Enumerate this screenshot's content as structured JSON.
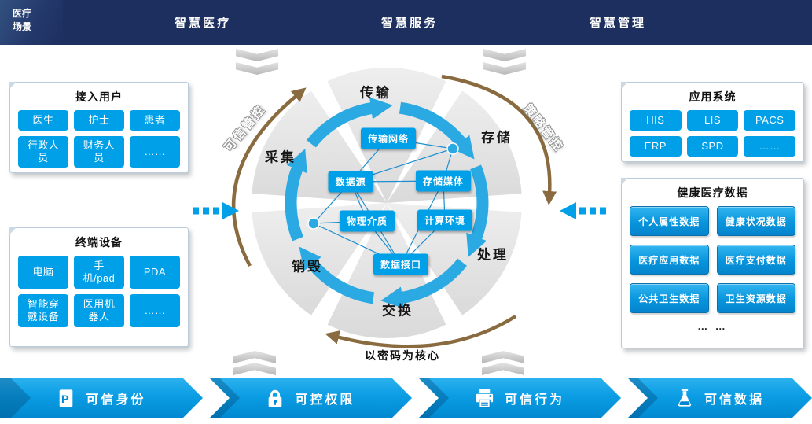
{
  "top_bar": {
    "corner_line1": "医疗",
    "corner_line2": "场景",
    "items": [
      "智慧医疗",
      "智慧服务",
      "智慧管理"
    ]
  },
  "panels": {
    "access_users": {
      "title": "接入用户",
      "items": [
        "医生",
        "护士",
        "患者",
        "行政人员",
        "财务人员",
        "……"
      ]
    },
    "terminal_devices": {
      "title": "终端设备",
      "items": [
        "电脑",
        "手机/pad",
        "PDA",
        "智能穿戴设备",
        "医用机器人",
        "……"
      ]
    },
    "app_systems": {
      "title": "应用系统",
      "items": [
        "HIS",
        "LIS",
        "PACS",
        "ERP",
        "SPD",
        "……"
      ]
    },
    "health_data": {
      "title": "健康医疗数据",
      "items": [
        "个人属性数据",
        "健康状况数据",
        "医疗应用数据",
        "医疗支付数据",
        "公共卫生数据",
        "卫生资源数据"
      ],
      "more": "… …"
    }
  },
  "lifecycle": {
    "stages": [
      "传输",
      "存储",
      "处理",
      "交换",
      "销毁",
      "采集"
    ],
    "elements": [
      "传输网络",
      "数据源",
      "存储媒体",
      "物理介质",
      "计算环境",
      "数据接口"
    ],
    "left_arc_label": "可信管控",
    "right_arc_label": "策略管控",
    "bottom_label": "以密码为核心"
  },
  "banners": [
    {
      "label": "可信身份",
      "icon": "id-card-icon"
    },
    {
      "label": "可控权限",
      "icon": "lock-icon"
    },
    {
      "label": "可信行为",
      "icon": "printer-icon"
    },
    {
      "label": "可信数据",
      "icon": "flask-icon"
    }
  ],
  "colors": {
    "navy": "#1c2f5f",
    "accent_blue": "#00a0e9",
    "cycle_arrow_blue": "#2aa9e2",
    "arc_brown": "#8a6b3f",
    "wedge_gray": "#e3e3e3"
  }
}
